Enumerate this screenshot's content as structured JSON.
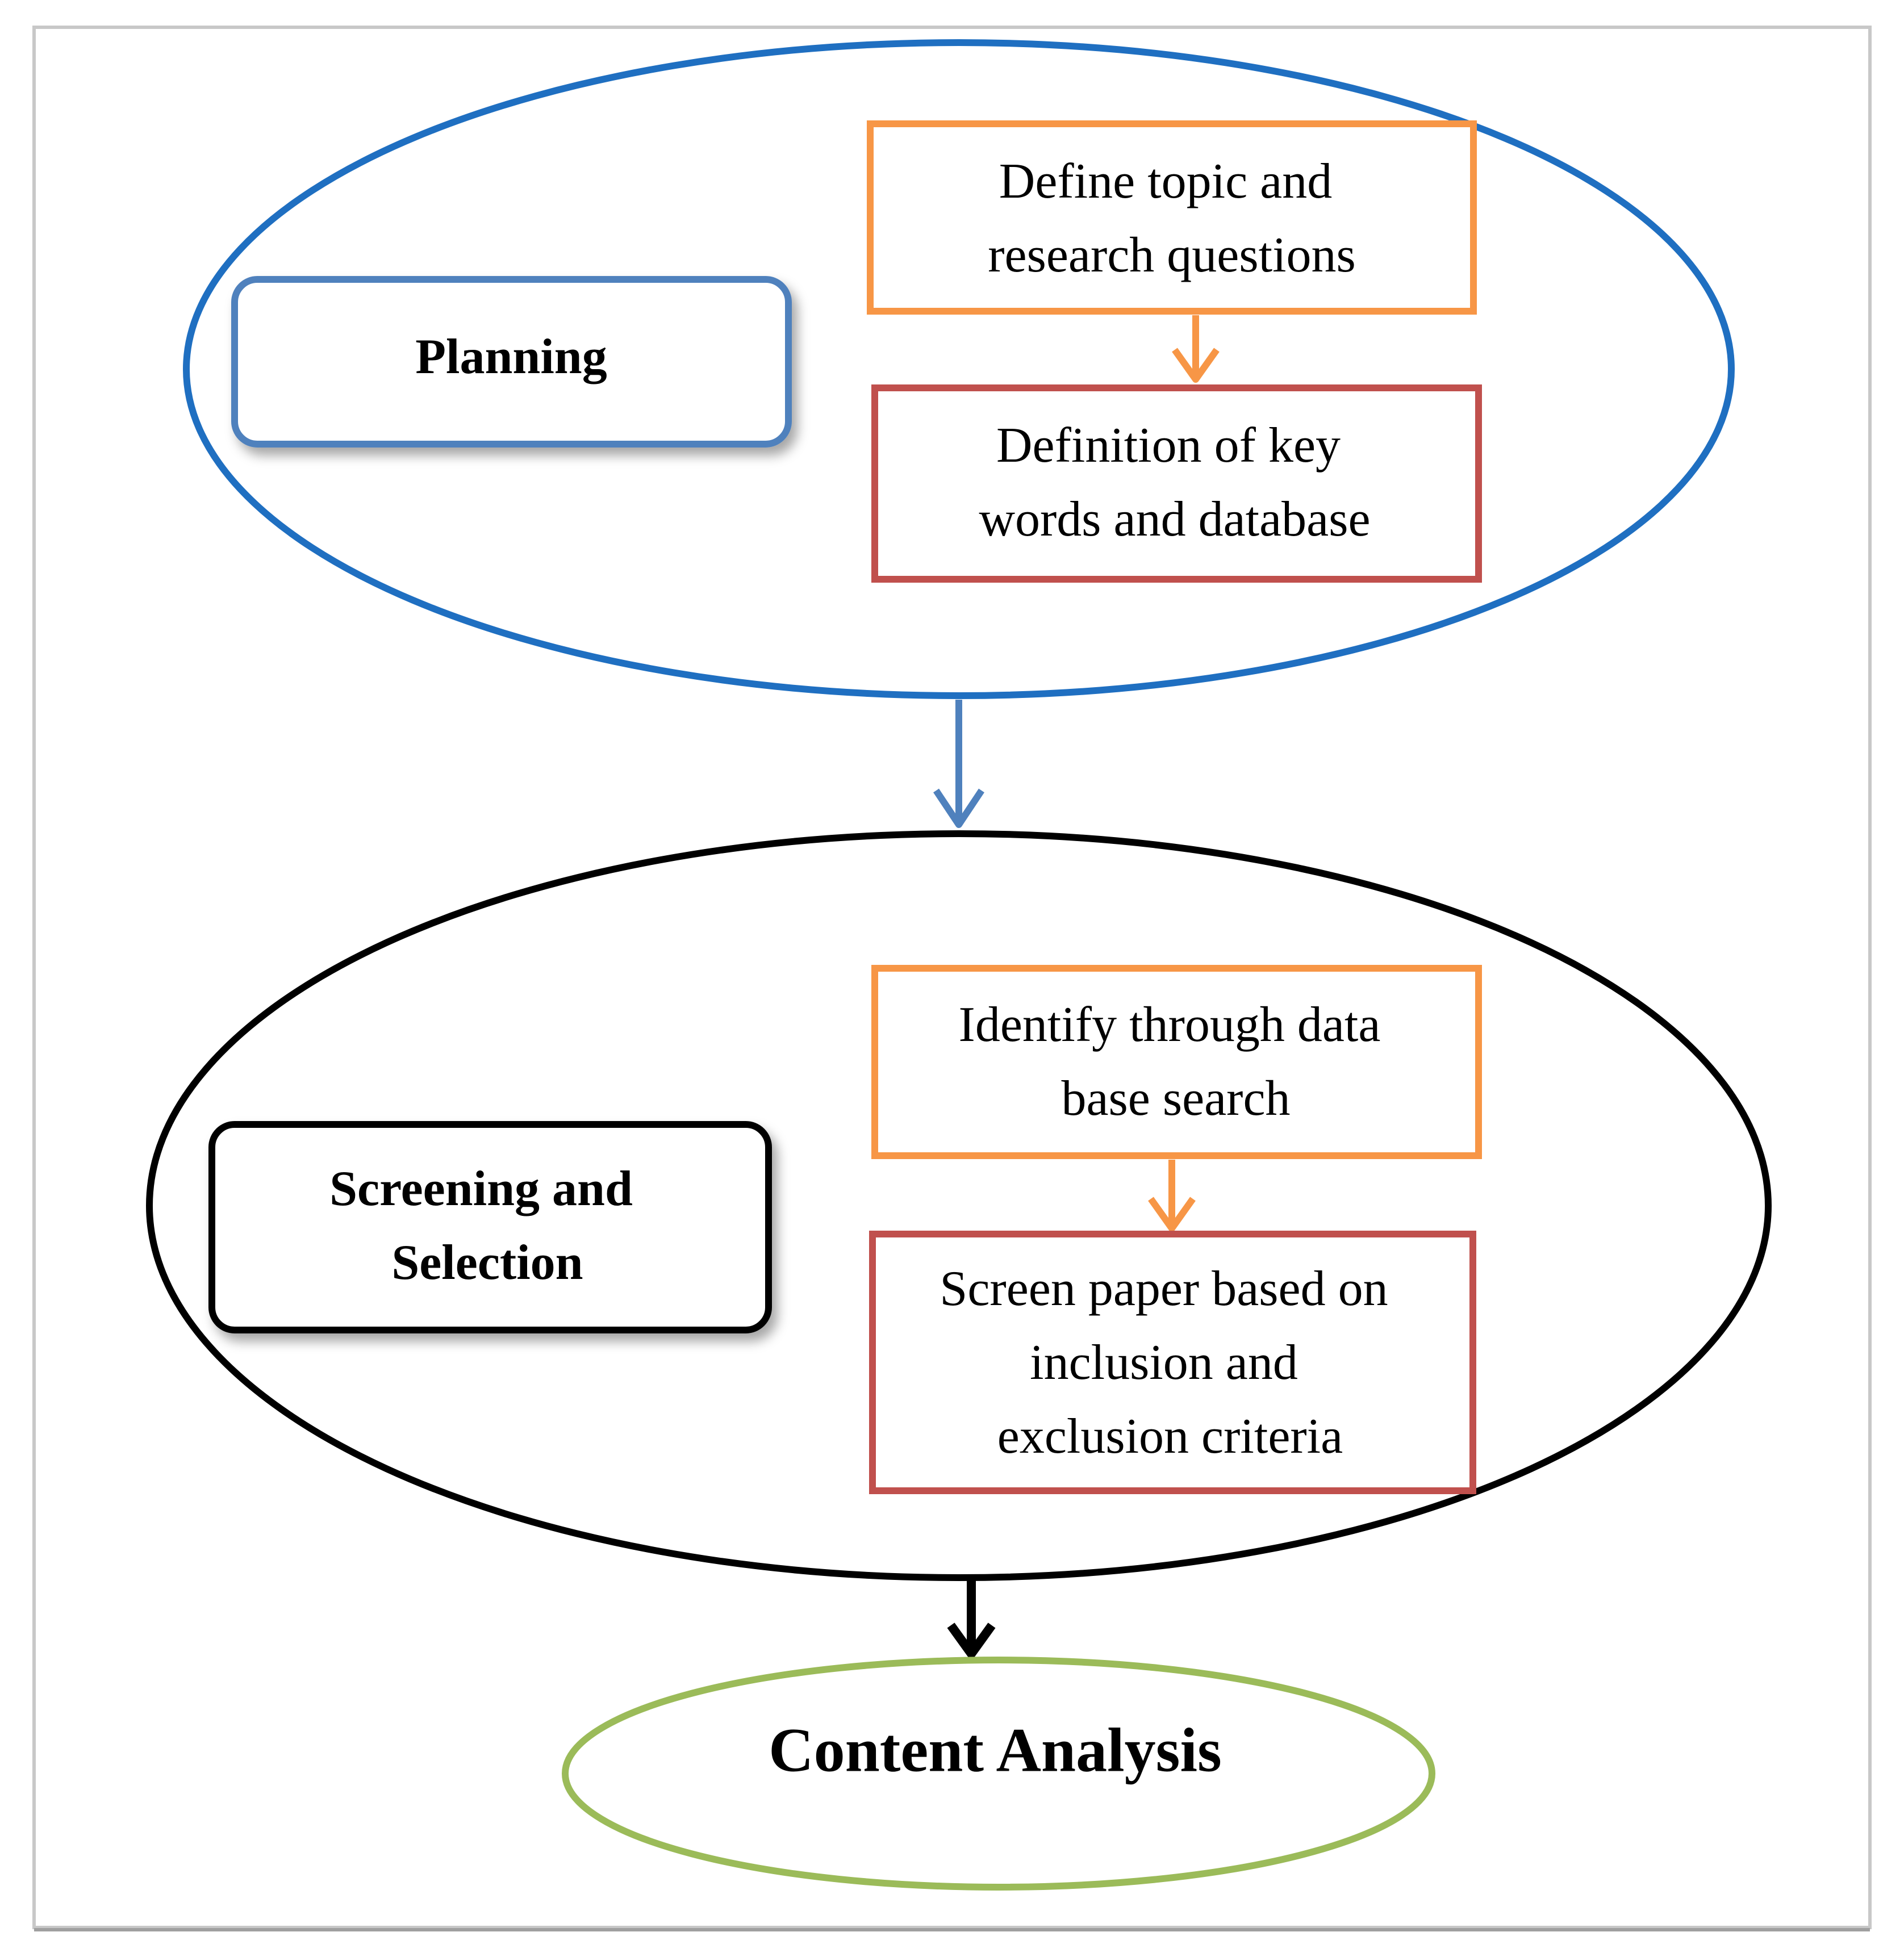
{
  "diagram": {
    "planning": {
      "label": "Planning",
      "steps": [
        {
          "lines": [
            "Define topic and",
            "research questions"
          ]
        },
        {
          "lines": [
            "Definition of key",
            "words and database"
          ]
        }
      ]
    },
    "screening": {
      "label_lines": [
        "Screening and",
        "Selection"
      ],
      "steps": [
        {
          "lines": [
            "Identify through data",
            "base search"
          ]
        },
        {
          "lines": [
            "Screen paper based on",
            "inclusion and",
            "exclusion criteria"
          ]
        }
      ]
    },
    "content_analysis": {
      "label": "Content Analysis"
    },
    "colors": {
      "planning_ellipse": "#1f6fc1",
      "planning_box": "#4f81bd",
      "step_box_orange": "#f79646",
      "step_box_red": "#c0504d",
      "screening_ellipse": "#000000",
      "content_ellipse": "#9bbb59",
      "frame": "#c8c8c8"
    }
  }
}
